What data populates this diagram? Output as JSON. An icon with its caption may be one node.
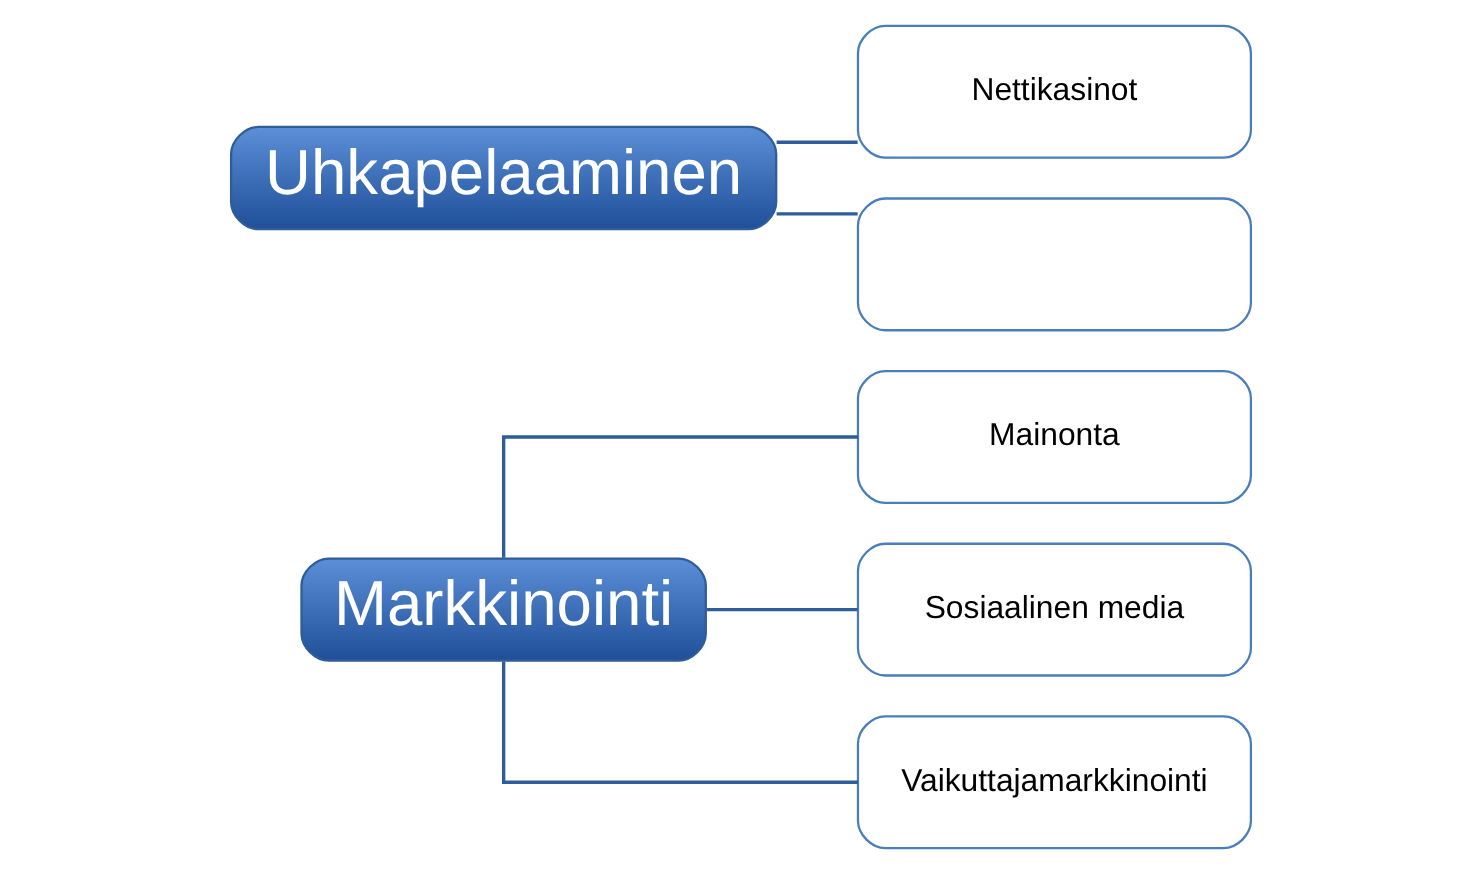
{
  "diagram": {
    "nodes": [
      {
        "text": [
          "Markkinointi"
        ]
      },
      {
        "text": [
          "Mainonta"
        ]
      },
      {
        "text": [
          "Sosiaalinen media"
        ]
      },
      {
        "text": [
          "Vaikuttajamarkkinointi"
        ]
      },
      {
        "text": [
          "Uhkapelaaminen"
        ]
      },
      {
        "text": [
          "Nettikasinot"
        ]
      },
      {
        "text": [],
        "shape": "box"
      }
    ],
    "edges": [
      {
        "from": 0,
        "to": 1,
        "arrow": "none"
      },
      {
        "from": 0,
        "to": 2,
        "arrow": "none"
      },
      {
        "from": 0,
        "to": 3,
        "arrow": "none"
      },
      {
        "from": 4,
        "to": 5,
        "arrow": "none"
      },
      {
        "from": 4,
        "to": 6,
        "arrow": "none"
      }
    ]
  }
}
